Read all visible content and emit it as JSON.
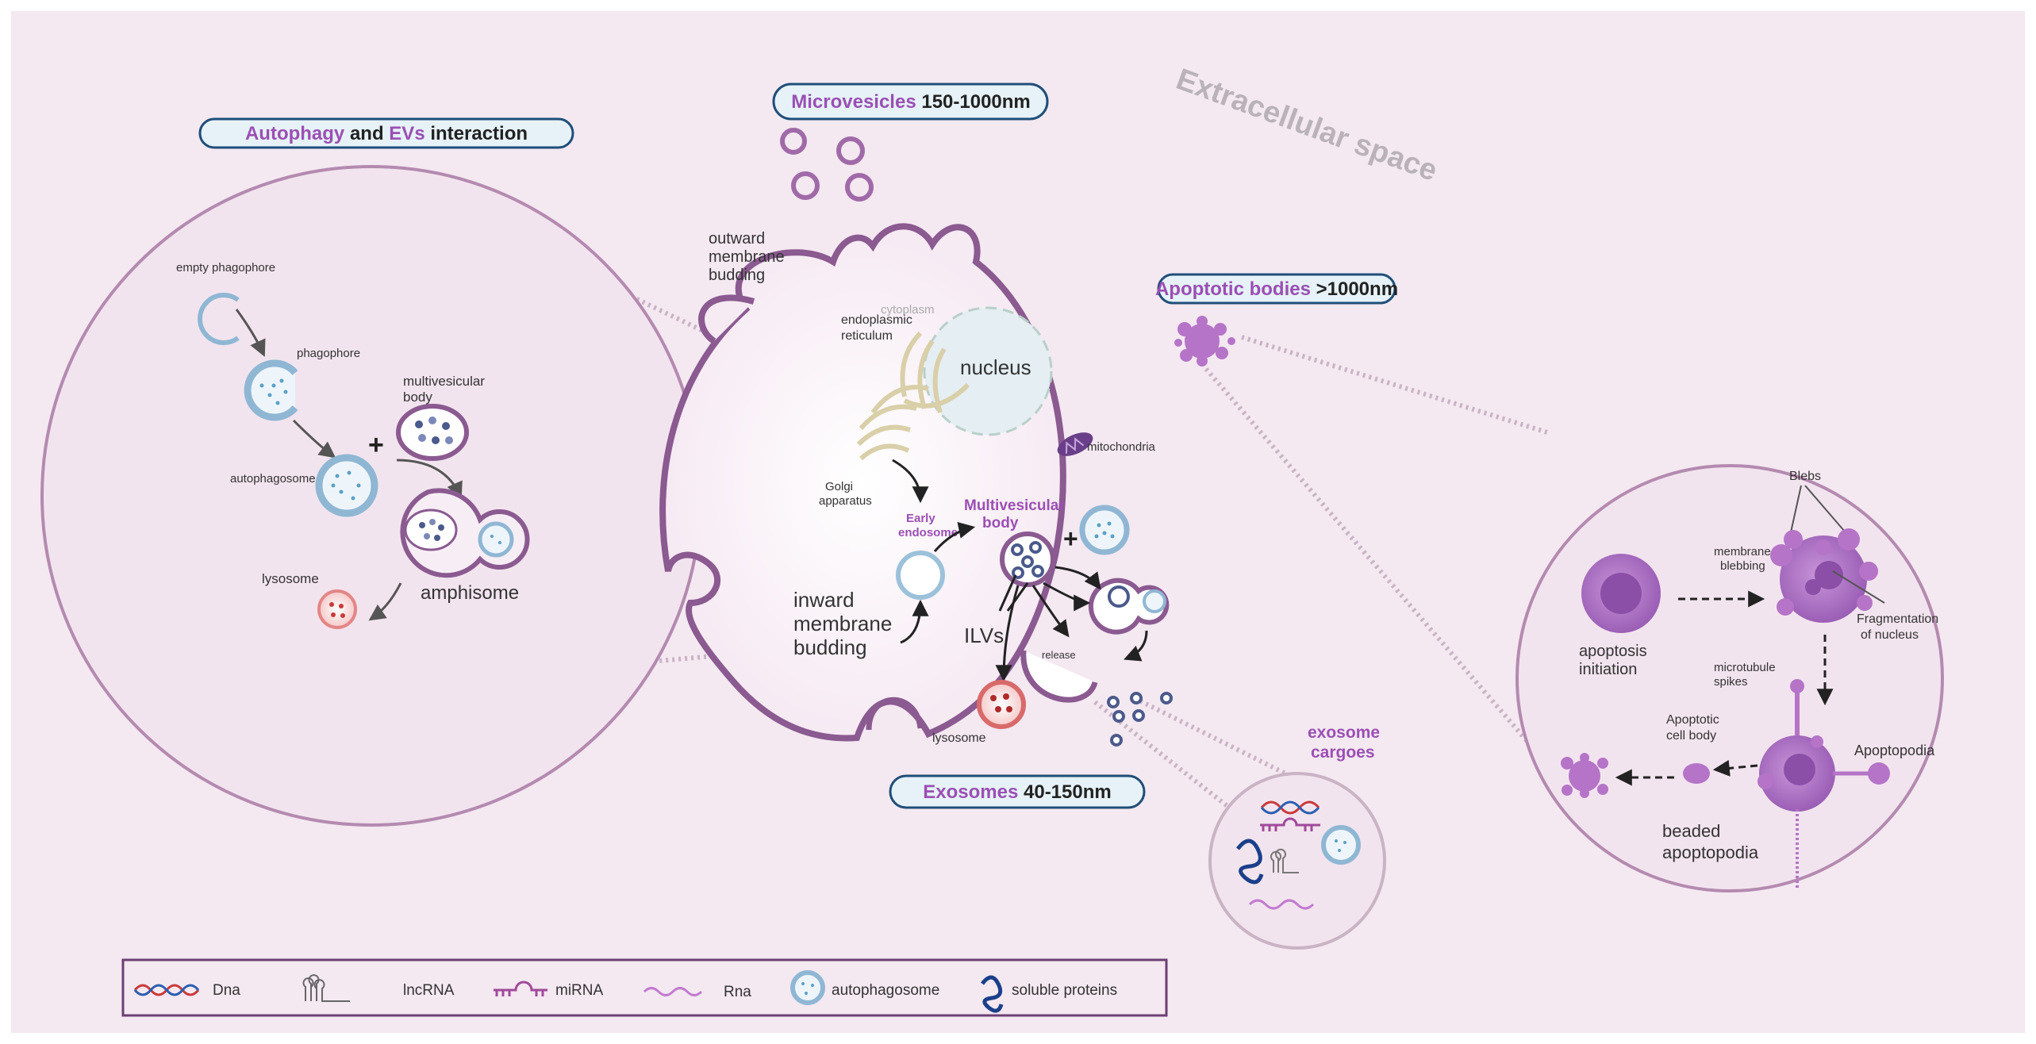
{
  "header": {
    "extracellular": "Extracellular space"
  },
  "pills": {
    "autophagy": {
      "a": "Autophagy",
      "b": " and ",
      "c": "EVs",
      "d": " interaction"
    },
    "microvesicles": {
      "a": "Microvesicles",
      "b": " 150-1000nm"
    },
    "apoptotic": {
      "a": "Apoptotic bodies",
      "b": "  >1000nm"
    },
    "exosomes": {
      "a": "Exosomes",
      "b": " 40-150nm"
    }
  },
  "autophagy_panel": {
    "empty_phagophore": "empty phagophore",
    "phagophore": "phagophore",
    "multivesicular_1": "multivesicular",
    "multivesicular_2": "body",
    "autophagosome": "autophagosome",
    "lysosome": "lysosome",
    "amphisome": "amphisome",
    "plus": "+"
  },
  "cell": {
    "outward_1": "outward",
    "outward_2": "membrane",
    "outward_3": "budding",
    "cytoplasm": "cytoplasm",
    "er_1": "endoplasmic",
    "er_2": "reticulum",
    "nucleus": "nucleus",
    "mitochondria": "mitochondria",
    "golgi_1": "Golgi",
    "golgi_2": "apparatus",
    "early_1": "Early",
    "early_2": "endosome",
    "mvb_1": "Multivesicular",
    "mvb_2": "body",
    "plus": "+",
    "inward_1": "inward",
    "inward_2": "membrane",
    "inward_3": "budding",
    "ilvs": "ILVs",
    "release": "release",
    "lysosome": "lysosome"
  },
  "cargo": {
    "title_1": "exosome",
    "title_2": "cargoes"
  },
  "apoptosis_panel": {
    "blebs": "Blebs",
    "membrane_1": "membrane",
    "membrane_2": "blebbing",
    "initiation_1": "apoptosis",
    "initiation_2": "initiation",
    "fragment_1": "Fragmentation",
    "fragment_2": "of nucleus",
    "microtubule_1": "microtubule",
    "microtubule_2": "spikes",
    "cellbody_1": "Apoptotic",
    "cellbody_2": "cell body",
    "apoptopodia": "Apoptopodia",
    "beaded_1": "beaded",
    "beaded_2": "apoptopodia"
  },
  "legend": {
    "dna": "Dna",
    "lncrna": "lncRNA",
    "mirna": "miRNA",
    "rna": "Rna",
    "autophagosome": "autophagosome",
    "soluble": "soluble proteins"
  },
  "colors": {
    "background": "#f4e8f1",
    "pill_fill": "#e6f2f7",
    "pill_stroke": "#1f4e79",
    "purple_text": "#9b4fb4",
    "cell_stroke": "#8a5a90",
    "panel_stroke": "#b48ab0",
    "panel_fill": "#f2e4ee",
    "legend_stroke": "#6b3f72"
  }
}
